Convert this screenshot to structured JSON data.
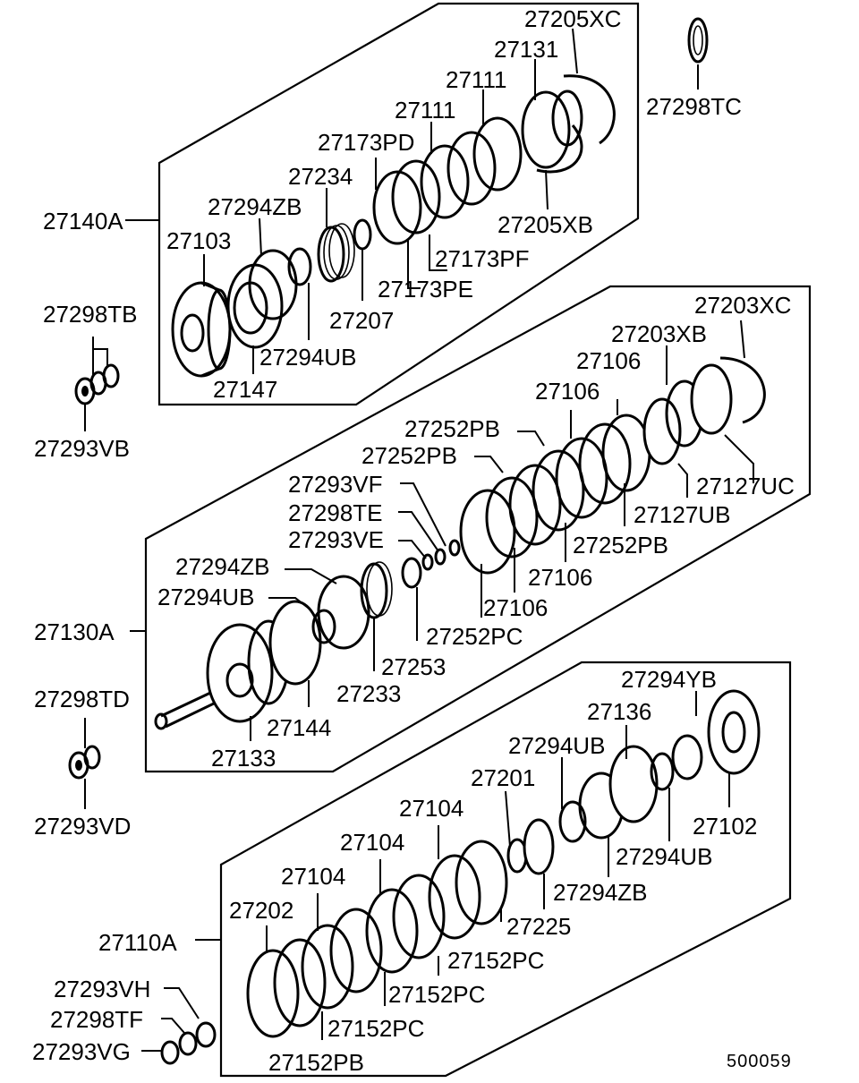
{
  "labels": {
    "p27205XC": "27205XC",
    "p27131": "27131",
    "p27298TC": "27298TC",
    "p27111a": "27111",
    "p27111b": "27111",
    "p27173PD": "27173PD",
    "p27234": "27234",
    "p27294ZB_a": "27294ZB",
    "p27140A": "27140A",
    "p27205XB": "27205XB",
    "p27103": "27103",
    "p27173PF": "27173PF",
    "p27173PE": "27173PE",
    "p27207": "27207",
    "p27298TB": "27298TB",
    "p27294UB_a": "27294UB",
    "p27147": "27147",
    "p27293VB": "27293VB",
    "p27203XC": "27203XC",
    "p27203XB": "27203XB",
    "p27106a": "27106",
    "p27106b": "27106",
    "p27252PB_a": "27252PB",
    "p27252PB_b": "27252PB",
    "p27293VF": "27293VF",
    "p27127UC": "27127UC",
    "p27298TE": "27298TE",
    "p27127UB": "27127UB",
    "p27293VE": "27293VE",
    "p27252PB_c": "27252PB",
    "p27294ZB_b": "27294ZB",
    "p27106c": "27106",
    "p27294UB_b": "27294UB",
    "p27106d": "27106",
    "p27130A": "27130A",
    "p27252PC": "27252PC",
    "p27253": "27253",
    "p27298TD": "27298TD",
    "p27233": "27233",
    "p27144": "27144",
    "p27133": "27133",
    "p27294YB": "27294YB",
    "p27136": "27136",
    "p27294UB_c": "27294UB",
    "p27201": "27201",
    "p27293VD": "27293VD",
    "p27102": "27102",
    "p27104a": "27104",
    "p27294UB_d": "27294UB",
    "p27104b": "27104",
    "p27294ZB_c": "27294ZB",
    "p27104c": "27104",
    "p27225": "27225",
    "p27202": "27202",
    "p27110A": "27110A",
    "p27152PC_a": "27152PC",
    "p27293VH": "27293VH",
    "p27152PC_b": "27152PC",
    "p27298TF": "27298TF",
    "p27152PC_c": "27152PC",
    "p27293VG": "27293VG",
    "p27152PB": "27152PB",
    "code": "500059"
  }
}
